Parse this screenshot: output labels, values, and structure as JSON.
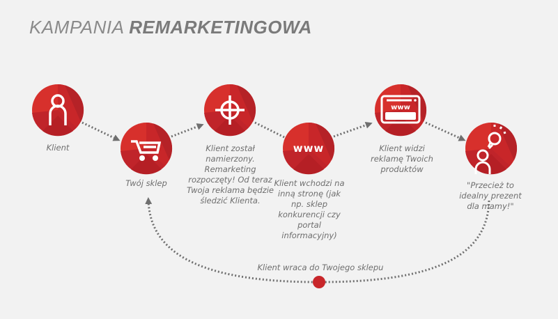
{
  "title": {
    "light": "KAMPANIA ",
    "bold": "REMARKETINGOWA"
  },
  "colors": {
    "accent": "#d7302c",
    "dark": "#b52227",
    "text": "#6e6e6e",
    "arrow": "#6f6f6f",
    "background": "#f2f2f2"
  },
  "steps": [
    {
      "icon": "person-icon",
      "label": "Klient"
    },
    {
      "icon": "cart-icon",
      "label": "Twój sklep"
    },
    {
      "icon": "crosshair-icon",
      "label": "Klient został namierzony. Remarketing rozpoczęty! Od teraz Twoja reklama będzie śledzić Klienta."
    },
    {
      "icon": "www-icon",
      "label": "Klient wchodzi na inną stronę (jak np. sklep konkurencji czy portal informacyjny)",
      "icon_text": "www"
    },
    {
      "icon": "browser-ad-icon",
      "label": "Klient widzi reklamę Twoich produktów",
      "icon_text": "www"
    },
    {
      "icon": "idea-person-icon",
      "label": "\"Przecież to idealny prezent dla mamy!\""
    }
  ],
  "return_loop": {
    "label": "Klient wraca do Twojego sklepu"
  }
}
